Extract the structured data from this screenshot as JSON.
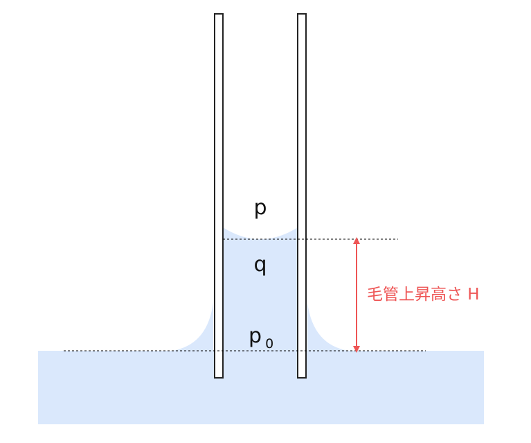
{
  "labels": {
    "pressure_top": "p",
    "pressure_meniscus": "q",
    "pressure_ref_base": "p",
    "pressure_ref_subscript": "0",
    "rise_height": "毛管上昇高さ H"
  },
  "colors": {
    "liquid": "#dae8fc",
    "tube_fill": "#ffffff",
    "tube_stroke": "#222222",
    "dashed_line": "#000000",
    "arrow": "#ee5555",
    "annotation_text": "#ee5555",
    "label_text": "#111111"
  }
}
